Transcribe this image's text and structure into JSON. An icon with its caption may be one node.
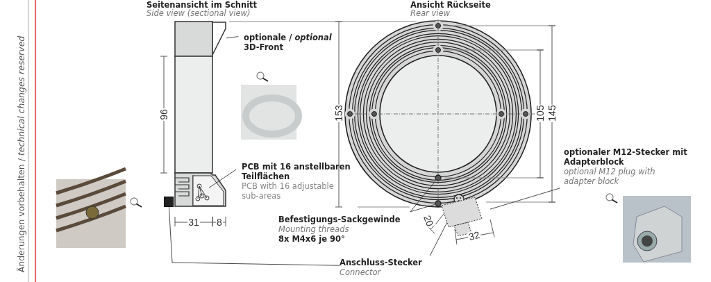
{
  "diagram": {
    "nodes": [
      {
        "text": [
          "**optionale** / *optional* **3D-Front**"
        ]
      },
      {
        "text": [],
        "shape": "box"
      },
      {
        "text": [
          "PCB mit 16 anstellbaren Teilflächen",
          "PCB with 16 adjustable sub-areas"
        ]
      },
      {
        "text": [],
        "shape": "picture"
      },
      {
        "text": [
          "Befestigungs-Sackgewinde",
          "Mounting threads",
          "8x M4x6 je 90°"
        ]
      },
      {
        "text": [],
        "shape": "circle"
      },
      {
        "text": [],
        "shape": "circle"
      },
      {
        "text": [
          "Anschluss-Stecker",
          "Connector"
        ]
      },
      {
        "text": [],
        "shape": "box"
      },
      {
        "text": [],
        "shape": "circle"
      },
      {
        "text": [
          "optionaler M12-Stecker mit Adapterblock",
          "optional M12 plug with adapter block"
        ]
      },
      {
        "text": [],
        "shape": "box"
      }
    ],
    "edges": [
      {
        "from": 0,
        "to": 1,
        "arrow": "none"
      },
      {
        "from": 2,
        "to": 3,
        "arrow": "none"
      },
      {
        "from": 4,
        "to": 5,
        "arrow": "none"
      },
      {
        "from": 4,
        "to": 6,
        "arrow": "none"
      },
      {
        "from": 7,
        "to": 8,
        "arrow": "none"
      },
      {
        "from": 7,
        "to": 9,
        "arrow": "none"
      },
      {
        "from": 10,
        "to": 11,
        "arrow": "none"
      }
    ],
    "labels": [
      "Änderungen vorbehalten / *technical changes reserved*",
      "Seitenansicht im Schnitt",
      "Side view (sectional view)",
      "Ansicht Rückseite",
      "Rear view",
      "96",
      "153",
      "105",
      "145",
      "31",
      "8",
      "20",
      "32"
    ]
  }
}
